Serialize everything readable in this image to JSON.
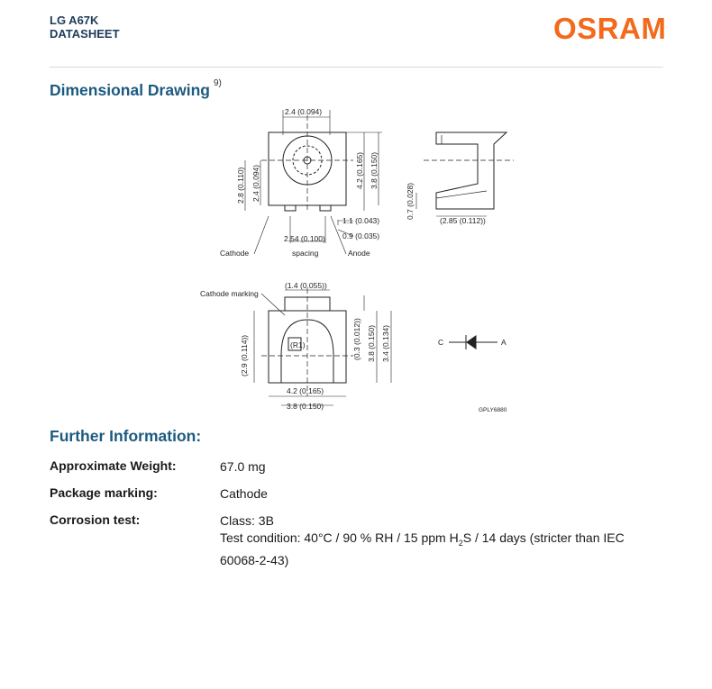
{
  "header": {
    "doc_code": "LG A67K",
    "doc_type": "DATASHEET",
    "brand": "OSRAM",
    "brand_color": "#f26a1b",
    "title_color": "#1d5a80"
  },
  "dimensional": {
    "title": "Dimensional Drawing",
    "footnote": "9)",
    "labels": {
      "top_width": "2.4 (0.094)",
      "left_outer": "2.8 (0.110)",
      "left_inner": "2.4 (0.094)",
      "right_a": "4.2 (0.165)",
      "right_b": "3.8 (0.150)",
      "pad_a": "1.1 (0.043)",
      "pad_b": "0.9 (0.035)",
      "spacing_val": "2.54 (0.100)",
      "spacing": "spacing",
      "cathode": "Cathode",
      "anode": "Anode",
      "side_height": "0.7 (0.028)",
      "side_width": "(2.85 (0.112))",
      "cathode_marking": "Cathode marking",
      "bottom_top": "(1.4 (0.055))",
      "left_height": "(2.9 (0.114))",
      "radius": "(R1)",
      "r_a": "(0.3 (0.012))",
      "r_b": "3.8 (0.150)",
      "r_c": "3.4 (0.134)",
      "bottom_a": "4.2 (0.165)",
      "bottom_b": "3.8 (0.150)",
      "sym_c": "C",
      "sym_a": "A",
      "ref": "GPLY6880"
    }
  },
  "further": {
    "title": "Further Information:",
    "rows": [
      {
        "label": "Approximate Weight:",
        "value": "67.0 mg"
      },
      {
        "label": "Package marking:",
        "value": "Cathode"
      },
      {
        "label": "Corrosion test:",
        "value": "Class: 3B"
      }
    ],
    "corrosion_line_pre": "Test condition: 40°C / 90 % RH / 15 ppm H",
    "corrosion_sub": "2",
    "corrosion_line_post": "S / 14 days (stricter than IEC 60068-2-43)"
  }
}
